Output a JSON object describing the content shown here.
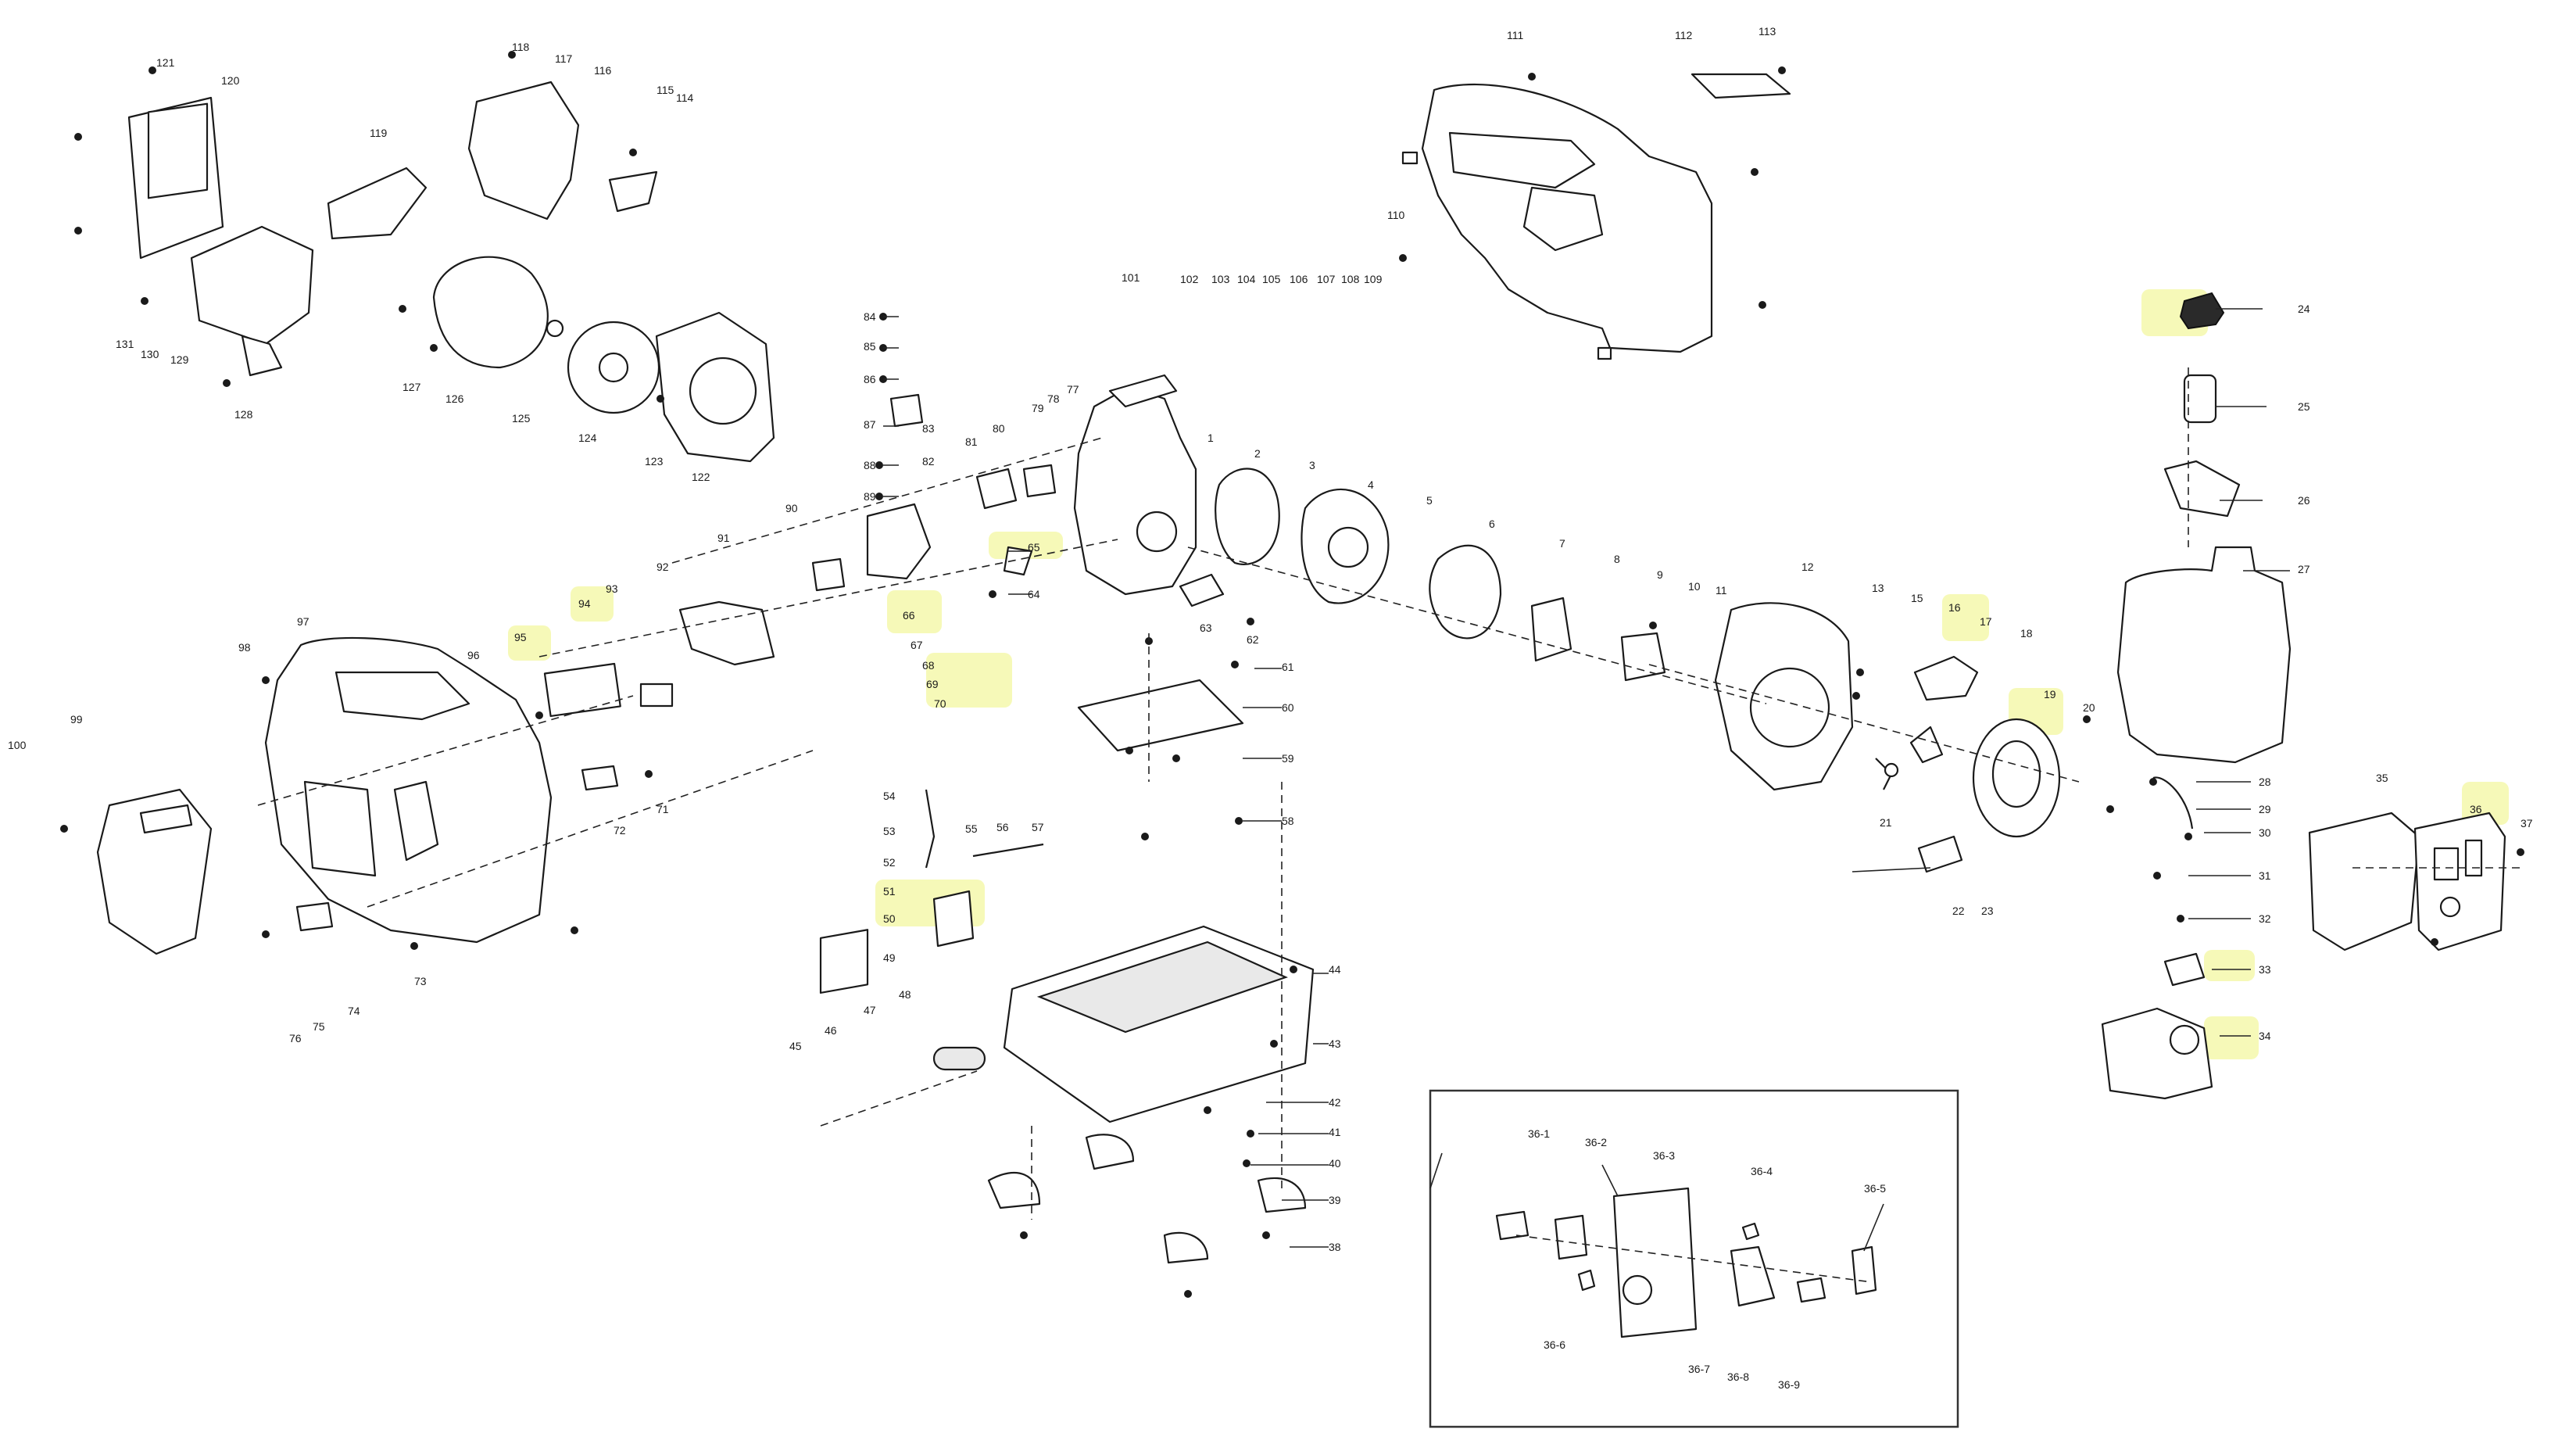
{
  "labels": {
    "p1": "1",
    "p2": "2",
    "p3": "3",
    "p4": "4",
    "p5": "5",
    "p6": "6",
    "p7": "7",
    "p8": "8",
    "p9": "9",
    "p10": "10",
    "p11": "11",
    "p12": "12",
    "p13": "13",
    "p15": "15",
    "p16": "16",
    "p17": "17",
    "p18": "18",
    "p19": "19",
    "p20": "20",
    "p21": "21",
    "p22": "22",
    "p23": "23",
    "p24": "24",
    "p25": "25",
    "p26": "26",
    "p27": "27",
    "p28": "28",
    "p29": "29",
    "p30": "30",
    "p31": "31",
    "p32": "32",
    "p33": "33",
    "p34": "34",
    "p35": "35",
    "p36": "36",
    "p37": "37",
    "p38": "38",
    "p39": "39",
    "p40": "40",
    "p41": "41",
    "p42": "42",
    "p43": "43",
    "p44": "44",
    "p45": "45",
    "p46": "46",
    "p47": "47",
    "p48": "48",
    "p49": "49",
    "p50": "50",
    "p51": "51",
    "p52": "52",
    "p53": "53",
    "p54": "54",
    "p55": "55",
    "p56": "56",
    "p57": "57",
    "p58": "58",
    "p59": "59",
    "p60": "60",
    "p61": "61",
    "p62": "62",
    "p63": "63",
    "p64": "64",
    "p65": "65",
    "p66": "66",
    "p67": "67",
    "p68": "68",
    "p69": "69",
    "p70": "70",
    "p71": "71",
    "p72": "72",
    "p73": "73",
    "p74": "74",
    "p75": "75",
    "p76": "76",
    "p77": "77",
    "p78": "78",
    "p79": "79",
    "p80": "80",
    "p81": "81",
    "p82": "82",
    "p83": "83",
    "p84": "84",
    "p85": "85",
    "p86": "86",
    "p87": "87",
    "p88": "88",
    "p89": "89",
    "p90": "90",
    "p91": "91",
    "p92": "92",
    "p93": "93",
    "p94": "94",
    "p95": "95",
    "p96": "96",
    "p97": "97",
    "p98": "98",
    "p99": "99",
    "p100": "100",
    "p101": "101",
    "p102": "102",
    "p103": "103",
    "p104": "104",
    "p105": "105",
    "p106": "106",
    "p107": "107",
    "p108": "108",
    "p109": "109",
    "p110": "110",
    "p111": "111",
    "p112": "112",
    "p113": "113",
    "p114": "114",
    "p115": "115",
    "p116": "116",
    "p117": "117",
    "p118": "118",
    "p119": "119",
    "p120": "120",
    "p121": "121",
    "p122": "122",
    "p123": "123",
    "p124": "124",
    "p125": "125",
    "p126": "126",
    "p127": "127",
    "p128": "128",
    "p129": "129",
    "p130": "130",
    "p131": "131",
    "p36_1": "36-1",
    "p36_2": "36-2",
    "p36_3": "36-3",
    "p36_4": "36-4",
    "p36_5": "36-5",
    "p36_6": "36-6",
    "p36_7": "36-7",
    "p36_8": "36-8",
    "p36_9": "36-9"
  },
  "highlighted_parts": [
    "16",
    "19",
    "24",
    "33",
    "34",
    "36",
    "50",
    "65",
    "66",
    "70",
    "94",
    "95"
  ],
  "colors": {
    "highlight": "#f3f7a0",
    "line": "#1a1a1a",
    "background": "#ffffff"
  }
}
